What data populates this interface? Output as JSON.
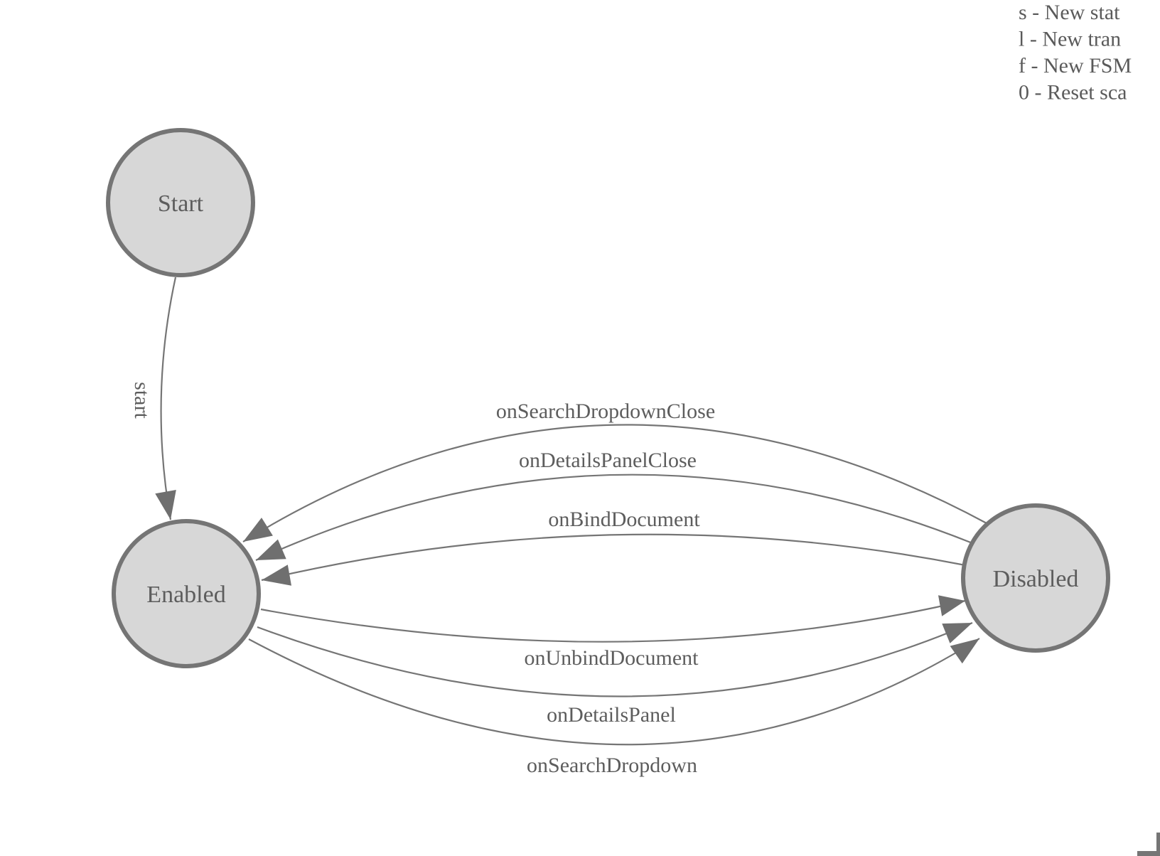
{
  "diagram": {
    "states": [
      {
        "name": "Start"
      },
      {
        "name": "Enabled"
      },
      {
        "name": "Disabled"
      }
    ],
    "transitions": [
      {
        "label": "start",
        "from": "Start",
        "to": "Enabled"
      },
      {
        "label": "onSearchDropdownClose",
        "from": "Disabled",
        "to": "Enabled"
      },
      {
        "label": "onDetailsPanelClose",
        "from": "Disabled",
        "to": "Enabled"
      },
      {
        "label": "onBindDocument",
        "from": "Disabled",
        "to": "Enabled"
      },
      {
        "label": "onUnbindDocument",
        "from": "Enabled",
        "to": "Disabled"
      },
      {
        "label": "onDetailsPanel",
        "from": "Enabled",
        "to": "Disabled"
      },
      {
        "label": "onSearchDropdown",
        "from": "Enabled",
        "to": "Disabled"
      }
    ]
  },
  "legend": {
    "items": [
      {
        "text": "s - New stat"
      },
      {
        "text": "l - New tran"
      },
      {
        "text": "f - New FSM"
      },
      {
        "text": "0 - Reset sca"
      }
    ]
  },
  "colors": {
    "node_fill": "#d7d7d7",
    "node_stroke": "#757575",
    "edge": "#757575",
    "arrow": "#6f6f6f",
    "text": "#5d5d5d",
    "legend_text": "#5a5a5a"
  }
}
